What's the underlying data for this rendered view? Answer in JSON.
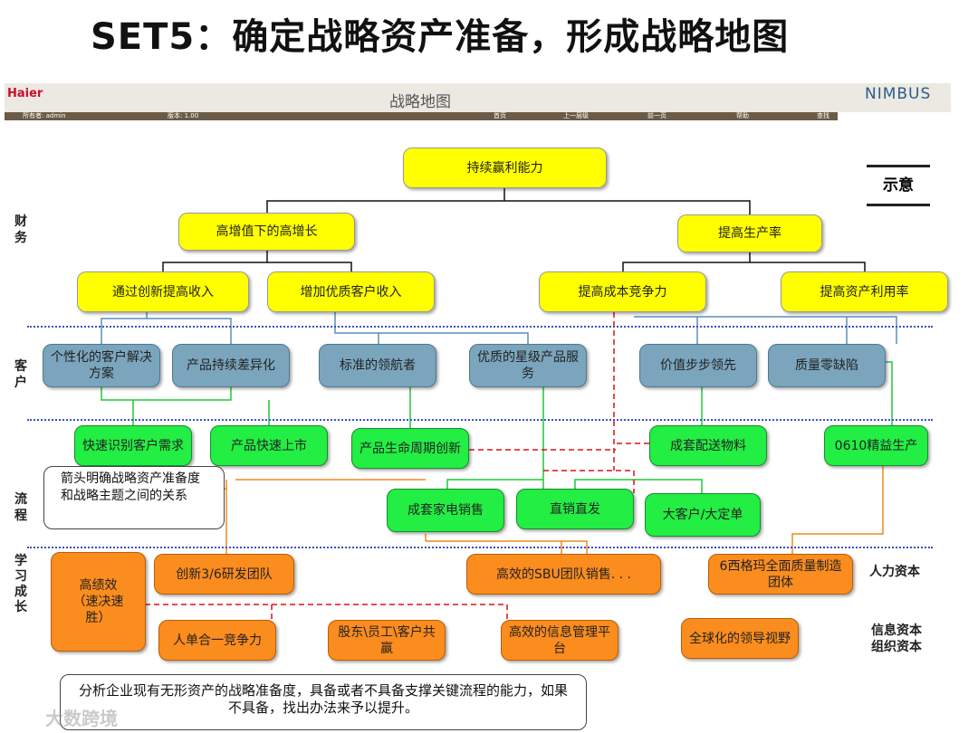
{
  "title": "SET5：确定战略资产准备，形成战略地图",
  "header": {
    "logo": "Haier",
    "title": "战略地图",
    "brand": "NIMBUS",
    "nav": {
      "owner": "所有者: admin",
      "version": "版本: 1.00",
      "home": "首页",
      "up": "上一层级",
      "prev": "前一页",
      "help": "帮助",
      "find": "查找"
    }
  },
  "badge": "示意",
  "rows": {
    "finance": "财务",
    "customer": "客户",
    "process": "流程",
    "learning": "学习成长"
  },
  "right_labels": {
    "human": "人力资本",
    "info": "信息资本",
    "org": "组织资本"
  },
  "finance": [
    "持续赢利能力",
    "高增值下的高增长",
    "提高生产率",
    "通过创新提高收入",
    "增加优质客户收入",
    "提高成本竞争力",
    "提高资产利用率"
  ],
  "customer": [
    "个性化的客户解决方案",
    "产品持续差异化",
    "标准的领航者",
    "优质的星级产品服务",
    "价值步步领先",
    "质量零缺陷"
  ],
  "process": [
    "快速识别客户需求",
    "产品快速上市",
    "产品生命周期创新",
    "成套配送物料",
    "0610精益生产",
    "成套家电销售",
    "直销直发",
    "大客户/大定单"
  ],
  "learning": [
    "高绩效（速决速胜）",
    "创新3/6研发团队",
    "高效的SBU团队销售. . .",
    "6西格玛全面质量制造团体",
    "人单合一竞争力",
    "股东\\员工\\客户共赢",
    "高效的信息管理平台",
    "全球化的领导视野"
  ],
  "callouts": {
    "arrow_note": "箭头明确战略资产准备度和战略主题之间的关系",
    "analysis": "分析企业现有无形资产的战略准备度，具备或者不具备支撑关键流程的能力，如果不具备，找出办法来予以提升。"
  },
  "watermark": "大数跨境",
  "colors": {
    "finance": "#ffff00",
    "customer": "#7aa5bd",
    "process": "#22ee44",
    "learning": "#fb8c1e",
    "divider": "#3b4fc4"
  }
}
